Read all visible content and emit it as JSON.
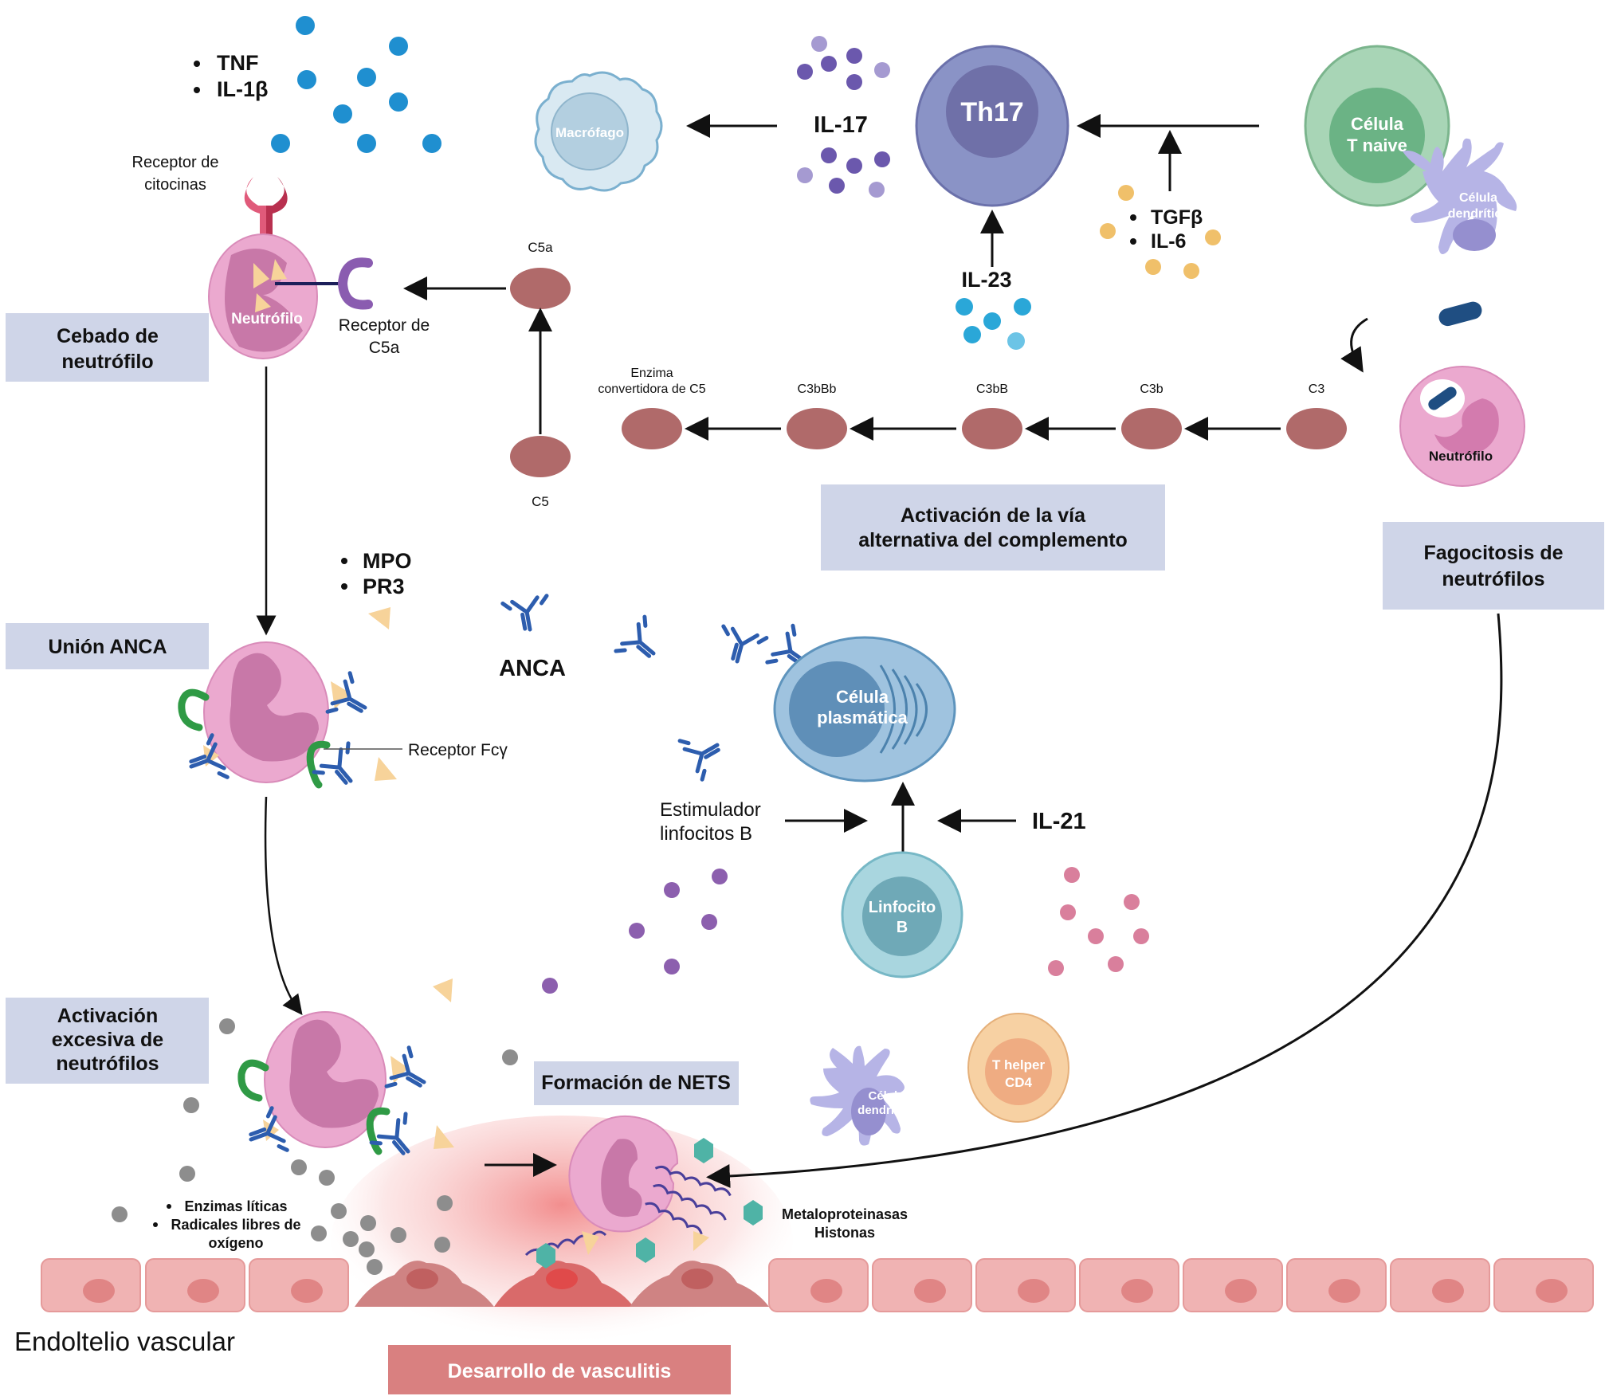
{
  "diagram": {
    "title_boxes": {
      "cebado": "Cebado de neutrófilo",
      "union_anca": "Unión ANCA",
      "activacion_excesiva": "Activación excesiva de neutrófilos",
      "formacion_nets": "Formación de NETS",
      "via_alternativa": "Activación de la vía alternativa del complemento",
      "fagocitosis": "Fagocitosis de neutrófilos",
      "vasculitis": "Desarrollo de vasculitis"
    },
    "title_lines": {
      "cebado": [
        "Cebado de",
        "neutrófilo"
      ],
      "activacion_excesiva": [
        "Activación",
        "excesiva de",
        "neutrófilos"
      ],
      "via_alternativa": [
        "Activación de la vía",
        "alternativa del complemento"
      ],
      "fagocitosis": [
        "Fagocitosis de",
        "neutrófilos"
      ]
    },
    "cytokines": {
      "tnf_il1b": [
        "TNF",
        "IL-1β"
      ],
      "il17": "IL-17",
      "il23": "IL-23",
      "tgfb_il6": [
        "TGFβ",
        "IL-6"
      ],
      "mpo_pr3": [
        "MPO",
        "PR3"
      ],
      "il21": "IL-21"
    },
    "receptors": {
      "citocinas": [
        "Receptor de",
        "citocinas"
      ],
      "c5a": [
        "Receptor de",
        "C5a"
      ],
      "fcy": "Receptor Fcγ"
    },
    "cells": {
      "macrofago": "Macrófago",
      "th17": "Th17",
      "t_naive": [
        "Célula",
        "T naive"
      ],
      "dendritica": [
        "Célula",
        "dendrítica"
      ],
      "neutrofilo": "Neutrófilo",
      "plasmatica": [
        "Célula",
        "plasmática"
      ],
      "linfocito_b": [
        "Linfocito",
        "B"
      ],
      "t_helper": [
        "T helper",
        "CD4"
      ]
    },
    "complement": {
      "c5a": "C5a",
      "c5": "C5",
      "chain": [
        {
          "label": [
            "Enzima",
            "convertidora de C5"
          ]
        },
        {
          "label": [
            "C3bBb"
          ]
        },
        {
          "label": [
            "C3bB"
          ]
        },
        {
          "label": [
            "C3b"
          ]
        },
        {
          "label": [
            "C3"
          ]
        }
      ]
    },
    "anca_label": "ANCA",
    "estimulador": [
      "Estimulador",
      "linfocitos B"
    ],
    "enzimas": [
      "Enzimas líticas",
      "Radicales libres de",
      "oxígeno"
    ],
    "metaloproteinasas": [
      "Metaloproteinasas",
      "Histonas"
    ],
    "endotelio": "Endoltelio vascular",
    "colors": {
      "box_bg": "#cfd5e8",
      "vasculitis_bg": "#d98080",
      "complement": "#b06a6a",
      "neutrophil": "#eba9cf",
      "neutrophil_nucleus": "#c878a8",
      "th17": "#8a93c6",
      "t_naive": "#a8d5b6",
      "dendritic": "#b6b4e6",
      "plasma": "#9fc3df",
      "b_cell": "#a9d6df",
      "t_helper": "#f7d1a3",
      "macrophage": "#d9e9f2",
      "endothelium": "#f0b3b3",
      "antibody": "#2d5dae"
    }
  }
}
